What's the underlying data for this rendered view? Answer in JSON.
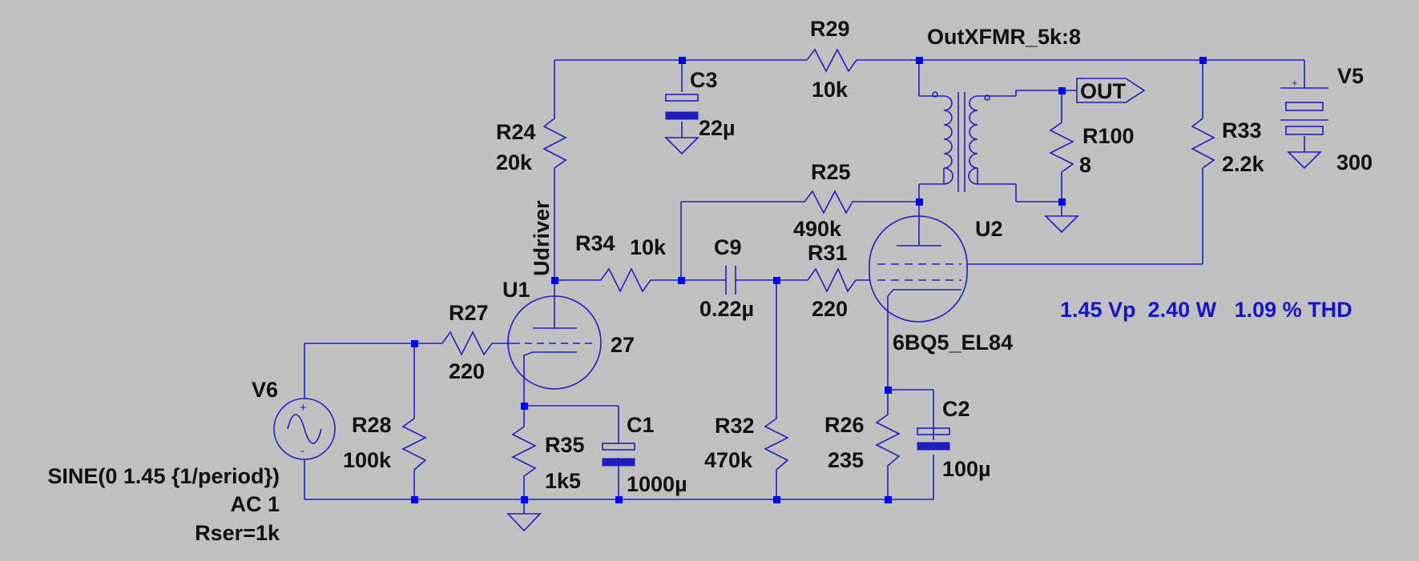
{
  "schematic": {
    "components": {
      "R29": {
        "ref": "R29",
        "value": "10k"
      },
      "R24": {
        "ref": "R24",
        "value": "20k"
      },
      "R34": {
        "ref": "R34",
        "value": "10k"
      },
      "R25": {
        "ref": "R25",
        "value": "490k"
      },
      "R31": {
        "ref": "R31",
        "value": "220"
      },
      "R27": {
        "ref": "R27",
        "value": "220"
      },
      "R28": {
        "ref": "R28",
        "value": "100k"
      },
      "R35": {
        "ref": "R35",
        "value": "1k5"
      },
      "R32": {
        "ref": "R32",
        "value": "470k"
      },
      "R26": {
        "ref": "R26",
        "value": "235"
      },
      "R100": {
        "ref": "R100",
        "value": "8"
      },
      "R33": {
        "ref": "R33",
        "value": "2.2k"
      },
      "C3": {
        "ref": "C3",
        "value": "22µ"
      },
      "C9": {
        "ref": "C9",
        "value": "0.22µ"
      },
      "C1": {
        "ref": "C1",
        "value": "1000µ"
      },
      "C2": {
        "ref": "C2",
        "value": "100µ"
      },
      "U1": {
        "ref": "U1",
        "value": "27",
        "model": "Udriver"
      },
      "U2": {
        "ref": "U2",
        "value": "6BQ5_EL84"
      },
      "XFMR": {
        "value": "OutXFMR_5k:8"
      },
      "V5": {
        "ref": "V5",
        "value": "300"
      },
      "V6": {
        "ref": "V6",
        "line1": "SINE(0 1.45 {1/period})",
        "line2": "AC 1",
        "line3": "Rser=1k"
      }
    },
    "net_label_out": "OUT",
    "measurement": "1.45 Vp  2.40 W   1.09 % THD"
  }
}
